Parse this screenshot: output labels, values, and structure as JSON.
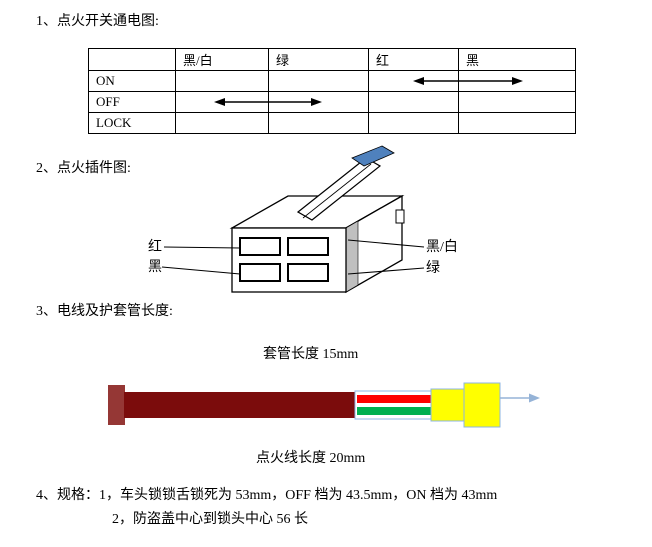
{
  "sections": {
    "s1_title": "1、点火开关通电图:",
    "s2_title": "2、点火插件图:",
    "s3_title": "3、电线及护套管长度:",
    "s4_line1": "4、规格：1，车头锁锁舌锁死为 53mm，OFF 档为 43.5mm，ON 档为 43mm",
    "s4_line2": "2，防盗盖中心到锁头中心 56 长"
  },
  "power_table": {
    "columns": [
      "",
      "黑/白",
      "绿",
      "红",
      "黑"
    ],
    "rows": [
      "ON",
      "OFF",
      "LOCK"
    ],
    "connections": [
      {
        "row": "ON",
        "between": [
          "红",
          "黑"
        ]
      },
      {
        "row": "OFF",
        "between": [
          "黑/白",
          "绿"
        ]
      }
    ]
  },
  "connector": {
    "left_labels": [
      "红",
      "黑"
    ],
    "right_labels": [
      "黑/白",
      "绿"
    ],
    "tip_color": "#4F81BD",
    "shade_gray": "#BFBFBF"
  },
  "wire_diagram": {
    "top_label": "套管长度 15mm",
    "bottom_label": "点火线长度 20mm",
    "colors": {
      "cap": "#953735",
      "sheath": "#7B0C0C",
      "red_wire": "#FF0000",
      "green_wire": "#00B050",
      "terminal_yellow": "#FFFF00",
      "outline_blue": "#8EB4E3",
      "arrow_blue": "#95B3D7"
    }
  }
}
